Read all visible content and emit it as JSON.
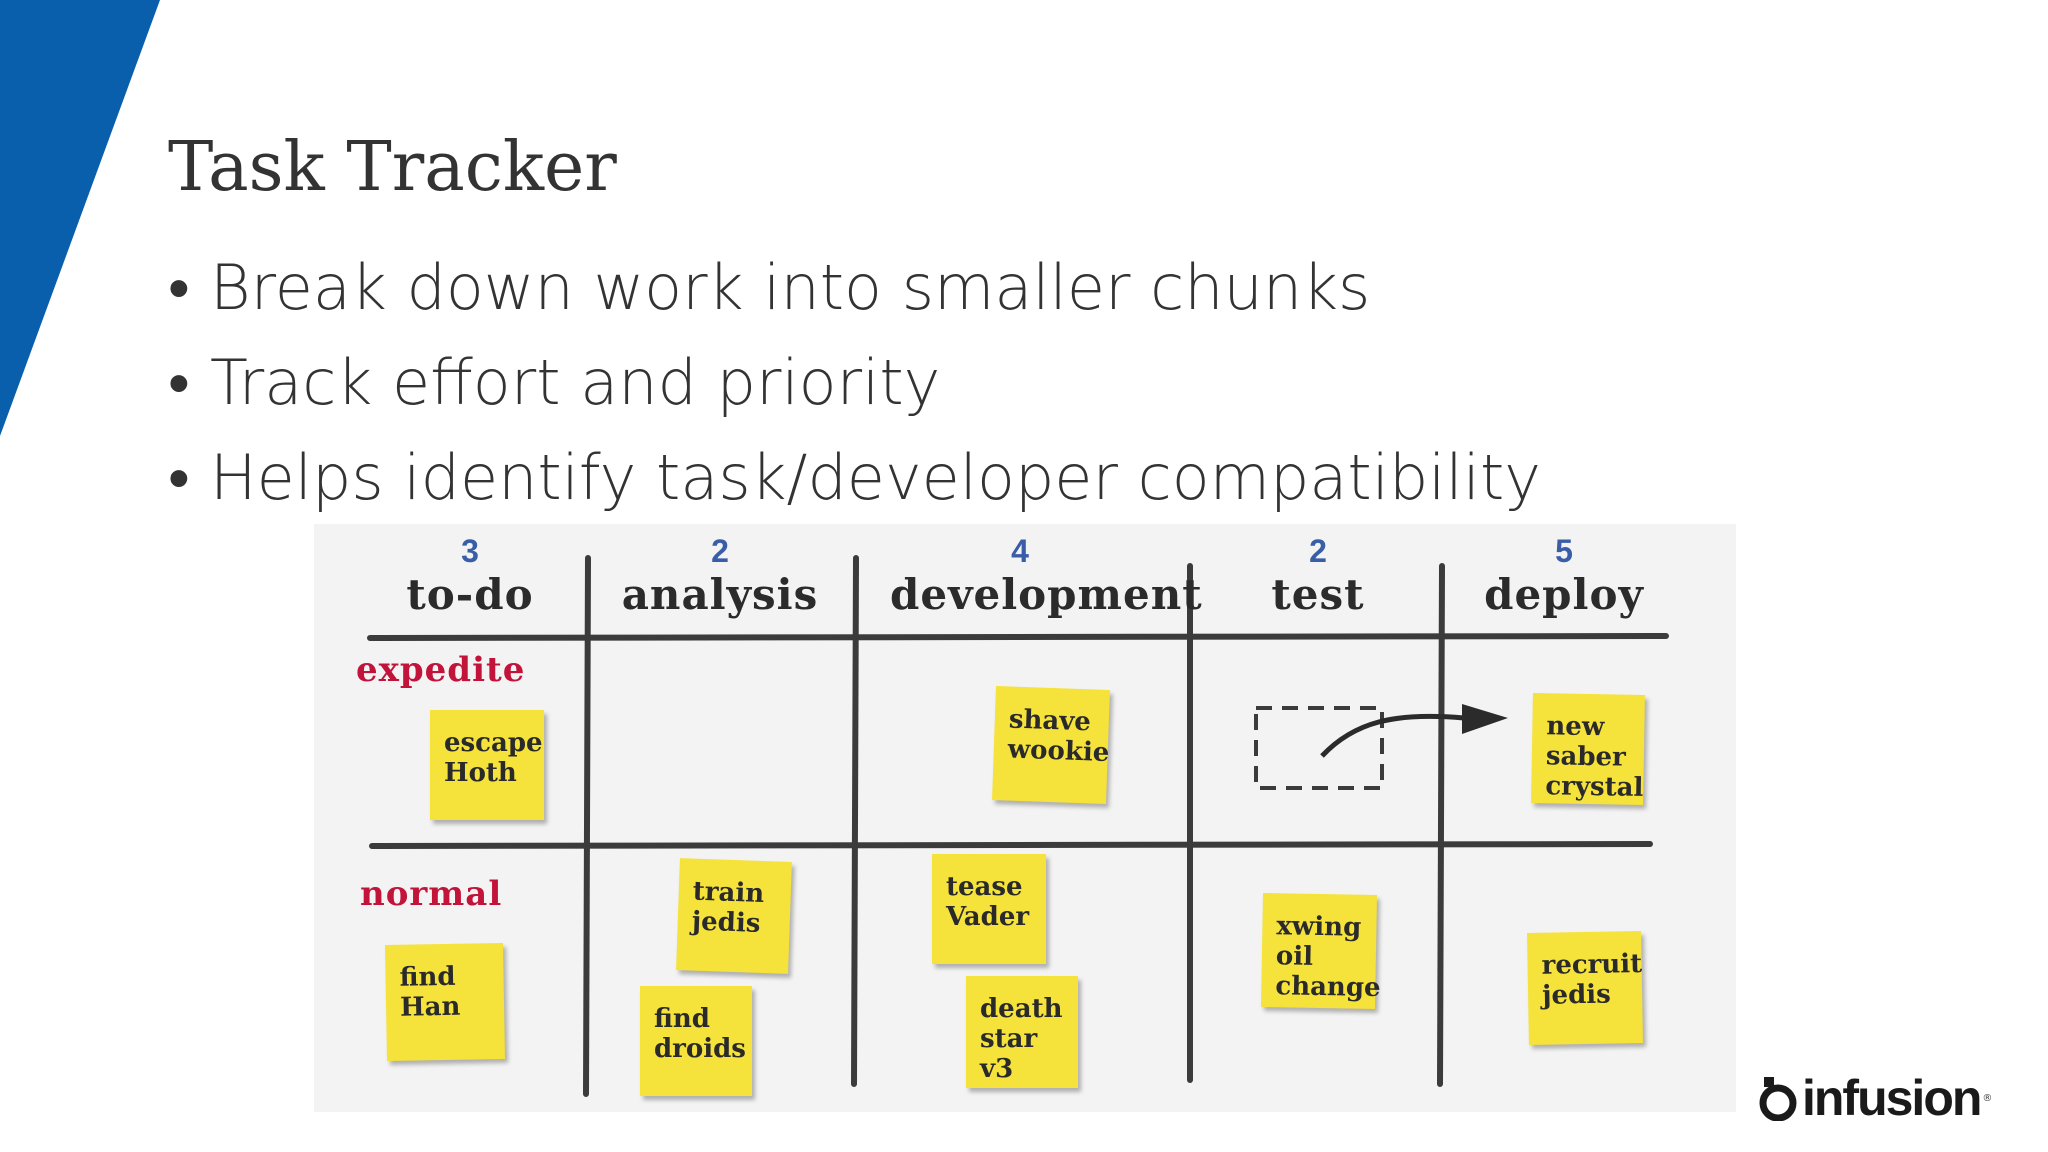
{
  "slide": {
    "title": "Task Tracker",
    "accent_color": "#0a5fad",
    "bullets": [
      "Break down work into smaller chunks",
      "Track effort and priority",
      "Helps identify task/developer compatibility"
    ],
    "bullet_glyph": "•"
  },
  "board": {
    "columns": [
      {
        "count": "3",
        "name": "to-do"
      },
      {
        "count": "2",
        "name": "analysis"
      },
      {
        "count": "4",
        "name": "development"
      },
      {
        "count": "2",
        "name": "test"
      },
      {
        "count": "5",
        "name": "deploy"
      }
    ],
    "lanes": [
      {
        "label": "expedite"
      },
      {
        "label": "normal"
      }
    ],
    "stickies": [
      {
        "text": "escape\nHoth"
      },
      {
        "text": "shave\nwookie"
      },
      {
        "text": "new\nsaber\ncrystal"
      },
      {
        "text": "find\nHan"
      },
      {
        "text": "train\njedis"
      },
      {
        "text": "find\ndroids"
      },
      {
        "text": "tease\nVader"
      },
      {
        "text": "death\nstar\nv3"
      },
      {
        "text": "xwing\noil\nchange"
      },
      {
        "text": "recruit\njedis"
      }
    ],
    "sticky_color": "#f5e23a",
    "lane_label_color": "#c2143b",
    "count_color": "#3a5da8"
  },
  "logo": {
    "text": "infusion",
    "reg": "®"
  }
}
